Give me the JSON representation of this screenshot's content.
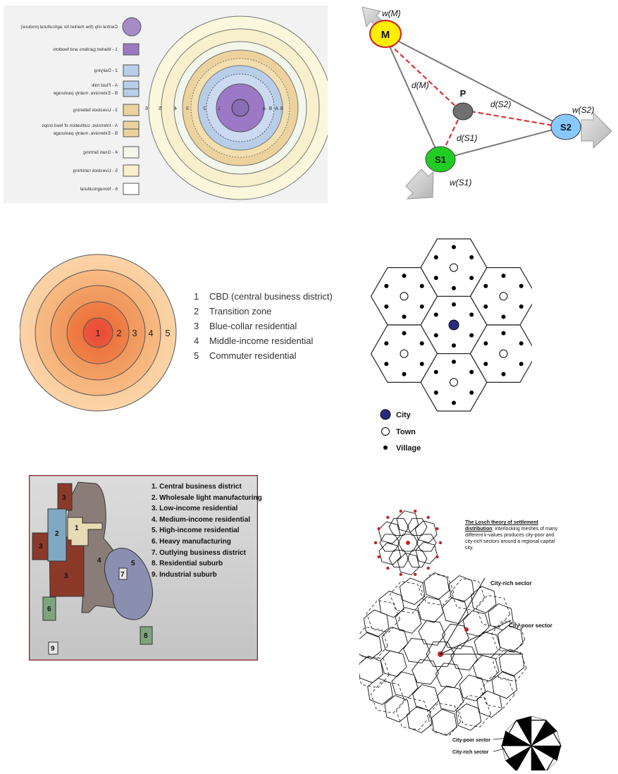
{
  "thunen": {
    "legend": [
      {
        "key": "central_city",
        "label": "Central city (the market for agricultural produce)",
        "color": "#a58bc7"
      },
      {
        "key": "1",
        "label": "1 - Market gardens and feedlots",
        "color": "#9b79c5"
      },
      {
        "key": "2",
        "label": "2 - Dairying",
        "color": "#b8cde8"
      },
      {
        "key": "2ab",
        "label_a": "A - Fluid milk",
        "label_b": "B - Extensive, mainly pasturage",
        "color": "#b8cde8"
      },
      {
        "key": "3",
        "label": "3 - Livestock fattening",
        "color": "#ecd29c"
      },
      {
        "key": "3ab",
        "label_a": "A - Intensive, cultivation of feed crops",
        "label_b": "B - Extensive, mainly pasturage",
        "color": "#ecd29c"
      },
      {
        "key": "4",
        "label": "4 - Grain farming",
        "color": "#f3f6ea"
      },
      {
        "key": "5",
        "label": "5 - Livestock ranching",
        "color": "#f8f0cc"
      },
      {
        "key": "6",
        "label": "6 - Nonagricultural",
        "color": "#ffffff"
      }
    ],
    "ring_labels": [
      "6",
      "5",
      "4",
      "3",
      "2",
      "1",
      "A",
      "B",
      "A",
      "B"
    ]
  },
  "weber": {
    "nodes": {
      "M": "M",
      "P": "P",
      "S1": "S1",
      "S2": "S2"
    },
    "weights": {
      "wM": "w(M)",
      "wS1": "w(S1)",
      "wS2": "w(S2)"
    },
    "distances": {
      "dM": "d(M)",
      "dS1": "d(S1)",
      "dS2": "d(S2)"
    },
    "colors": {
      "M": "#ffee00",
      "S1": "#22cc22",
      "S2": "#88c8ff",
      "P": "#707070",
      "link": "#dd2222"
    }
  },
  "concentric": {
    "rings": [
      "1",
      "2",
      "3",
      "4",
      "5"
    ],
    "legend": [
      {
        "num": "1",
        "label": "CBD (central business district)"
      },
      {
        "num": "2",
        "label": "Transition zone"
      },
      {
        "num": "3",
        "label": "Blue-collar residential"
      },
      {
        "num": "4",
        "label": "Middle-income residential"
      },
      {
        "num": "5",
        "label": "Commuter residential"
      }
    ]
  },
  "christaller": {
    "legend": [
      {
        "key": "city",
        "label": "City",
        "color": "#2a2a80"
      },
      {
        "key": "town",
        "label": "Town"
      },
      {
        "key": "village",
        "label": "Village"
      }
    ]
  },
  "multiple_nuclei": {
    "zone_labels": [
      "3",
      "2",
      "1",
      "3",
      "3",
      "4",
      "5",
      "7",
      "6",
      "8",
      "9"
    ],
    "legend": [
      "1. Central business district",
      "2. Wholesale light manufacturing",
      "3. Low-income residential",
      "4. Medium-income residential",
      "5. High-income residential",
      "6. Heavy manufacturing",
      "7. Outlying business district",
      "8. Residential suburb",
      "9. Industrial suburb"
    ]
  },
  "losch": {
    "caption_head": "The Losch theory of settlement distribution",
    "caption_body": ": interlocking meshes of many different k-values produces city-poor and city-rich sectors around a regional capital city.",
    "labels": {
      "city_rich": "City-rich sector",
      "city_poor": "City-poor sector",
      "city_poor_b": "City-poor sector",
      "city_rich_b": "City-rich sector"
    }
  }
}
